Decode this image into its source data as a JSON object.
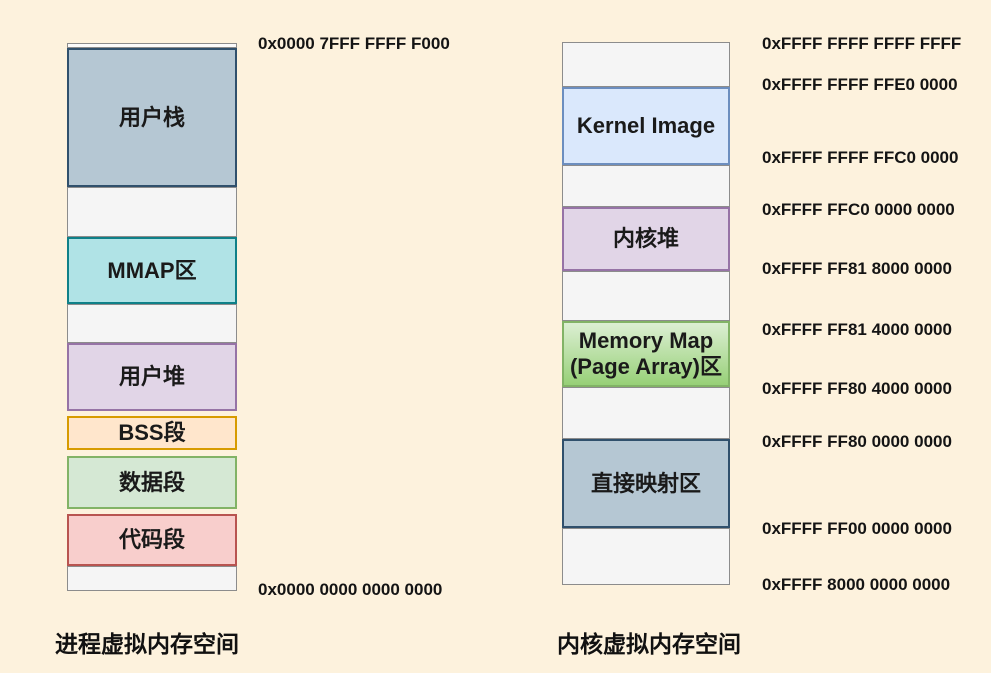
{
  "background_color": "#fdf2dd",
  "text_color": "#1a1a1a",
  "left_diagram": {
    "title": "进程虚拟内存空间",
    "top_address": "0x0000 7FFF FFFF F000",
    "bottom_address": "0x0000 0000 0000 0000",
    "blocks": [
      {
        "label": "",
        "fill": "#fbfbfb",
        "border": "#8c8c8c"
      },
      {
        "label": "用户栈",
        "fill": "#b5c7d3",
        "border": "#30506c"
      },
      {
        "label": "",
        "fill": "#f5f5f5",
        "border": "#8c8c8c"
      },
      {
        "label": "MMAP区",
        "fill": "#b0e3e6",
        "border": "#0e8088"
      },
      {
        "label": "",
        "fill": "#f5f5f5",
        "border": "#8c8c8c"
      },
      {
        "label": "用户堆",
        "fill": "#e1d5e7",
        "border": "#9673a6"
      },
      {
        "label": "BSS段",
        "fill": "#ffe6cc",
        "border": "#d79b00"
      },
      {
        "label": "数据段",
        "fill": "#d5e8d4",
        "border": "#82b366"
      },
      {
        "label": "代码段",
        "fill": "#f8cecc",
        "border": "#b85450"
      },
      {
        "label": "",
        "fill": "#f5f5f5",
        "border": "#8c8c8c"
      }
    ]
  },
  "right_diagram": {
    "title": "内核虚拟内存空间",
    "blocks": [
      {
        "label": "",
        "fill": "#f5f5f5",
        "border": "#8c8c8c"
      },
      {
        "label": "Kernel Image",
        "fill": "#dae8fc",
        "border": "#6c8ebf"
      },
      {
        "label": "",
        "fill": "#f5f5f5",
        "border": "#8c8c8c"
      },
      {
        "label": "内核堆",
        "fill": "#e1d5e7",
        "border": "#9673a6"
      },
      {
        "label": "",
        "fill": "#f5f5f5",
        "border": "#8c8c8c"
      },
      {
        "label_line1": "Memory Map",
        "label_line2": "(Page Array)区",
        "fill": "linear-gradient(#dcefd3, #97d077)",
        "border": "#82b366"
      },
      {
        "label": "",
        "fill": "#f5f5f5",
        "border": "#8c8c8c"
      },
      {
        "label": "直接映射区",
        "fill": "#b5c7d3",
        "border": "#30506c"
      },
      {
        "label": "",
        "fill": "#f5f5f5",
        "border": "#8c8c8c"
      }
    ],
    "addresses": [
      "0xFFFF FFFF FFFF FFFF",
      "0xFFFF FFFF FFE0 0000",
      "0xFFFF FFFF FFC0 0000",
      "0xFFFF FFC0 0000 0000",
      "0xFFFF FF81 8000 0000",
      "0xFFFF FF81 4000 0000",
      "0xFFFF FF80 4000 0000",
      "0xFFFF FF80 0000 0000",
      "0xFFFF FF00 0000 0000",
      "0xFFFF 8000 0000 0000"
    ]
  }
}
